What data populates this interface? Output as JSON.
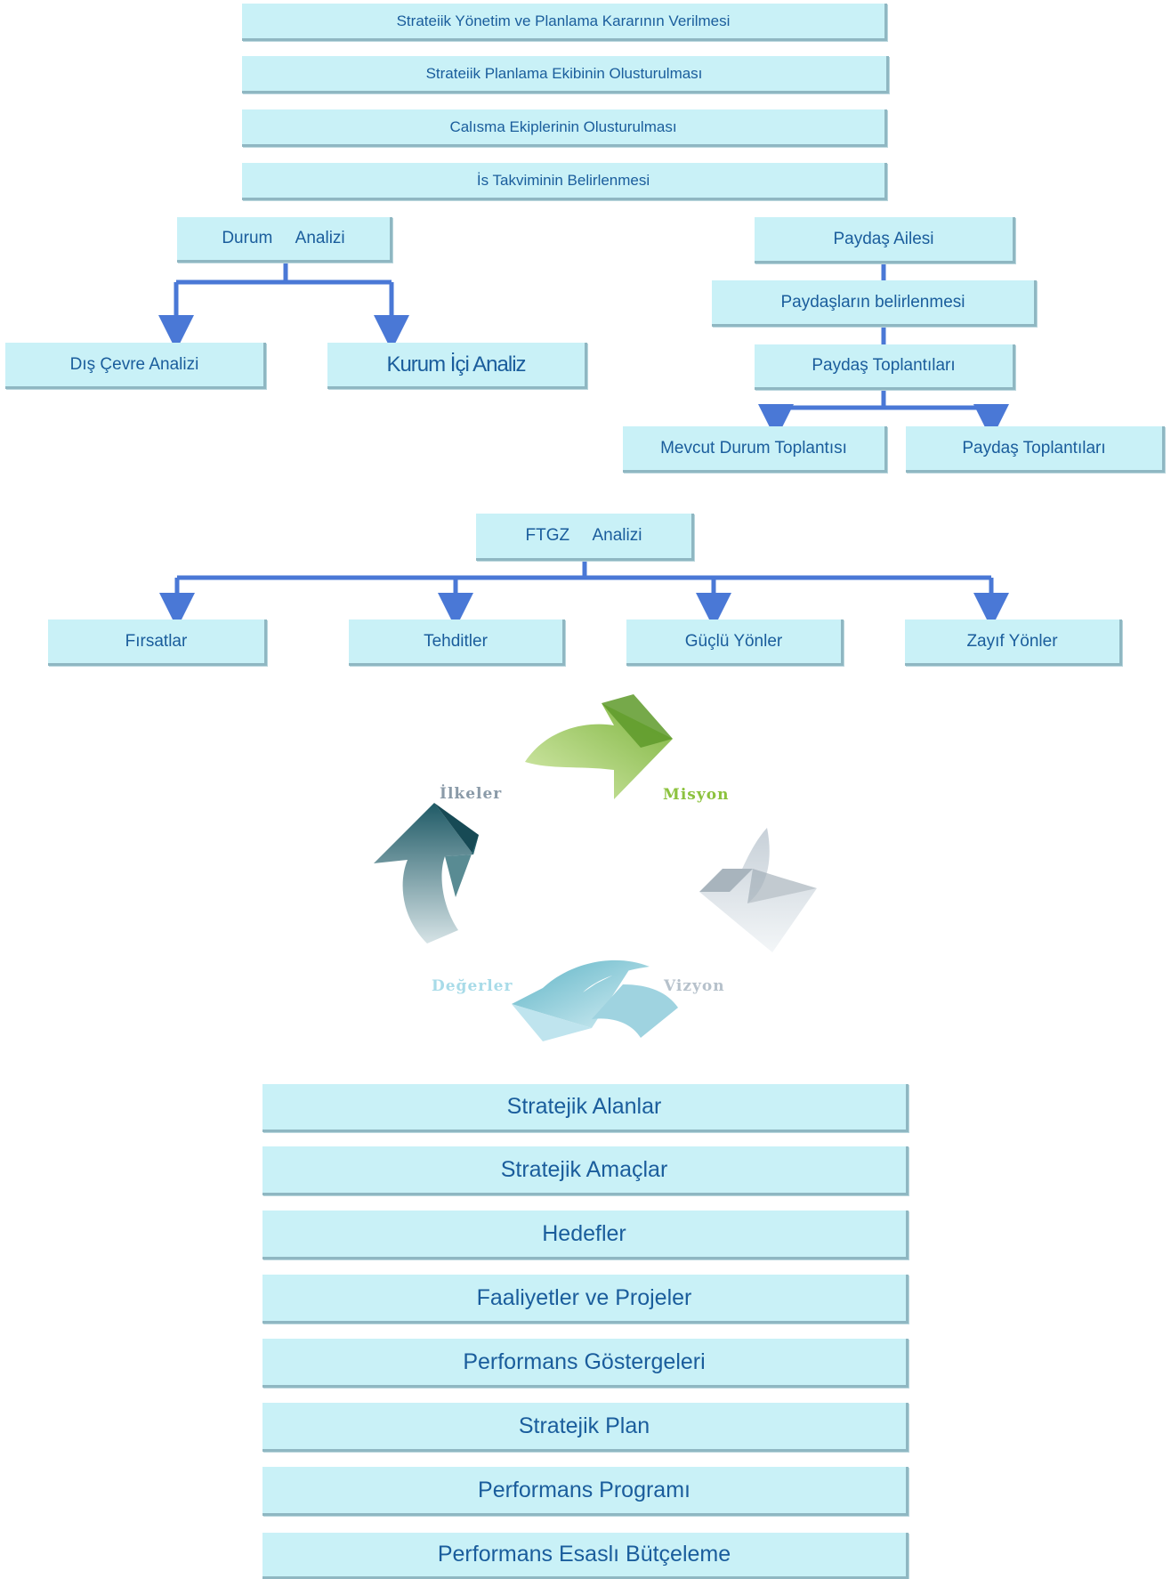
{
  "colors": {
    "box_fill": "#c9f1f7",
    "box_text": "#1a5d9c",
    "connector": "#4a78d6",
    "label_ilkeler": "#8a9aa8",
    "label_misyon": "#8cc23e",
    "label_vizyon": "#b6c1cb",
    "label_degerler": "#a8dbe8"
  },
  "setup_steps": [
    "Strateiik Yönetim ve Planlama Kararının Verilmesi",
    "Strateiik Planlama Ekibinin Olusturulması",
    "Calısma Ekiplerinin Olusturulması",
    "İs Takviminin Belirlenmesi"
  ],
  "durum_analizi": {
    "title": "Durum     Analizi",
    "children": [
      "Dış Çevre Analizi",
      "Kurum İçi Analiz"
    ]
  },
  "paydas": {
    "family": "Paydaş Ailesi",
    "identify": "Paydaşların belirlenmesi",
    "meetings": "Paydaş Toplantıları",
    "children": [
      "Mevcut Durum Toplantısı",
      "Paydaş Toplantıları"
    ]
  },
  "ftgz": {
    "title": "FTGZ     Analizi",
    "children": [
      "Fırsatlar",
      "Tehditler",
      "Güçlü Yönler",
      "Zayıf Yönler"
    ]
  },
  "cycle": {
    "ilkeler": "İlkeler",
    "misyon": "Misyon",
    "vizyon": "Vizyon",
    "degerler": "Değerler",
    "icons": [
      "arrow-green-icon",
      "arrow-light-icon",
      "arrow-cyan-icon",
      "arrow-dark-teal-icon"
    ]
  },
  "plan_steps": [
    "Stratejik Alanlar",
    "Stratejik Amaçlar",
    "Hedefler",
    "Faaliyetler ve Projeler",
    "Performans Göstergeleri",
    "Stratejik Plan",
    "Performans Programı",
    "Performans Esaslı Bütçeleme"
  ]
}
